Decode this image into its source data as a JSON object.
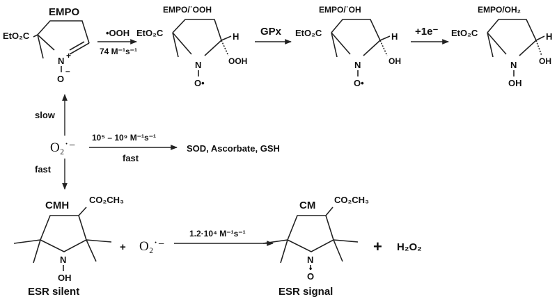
{
  "compounds": {
    "empo": {
      "name": "EMPO",
      "ester": "EtO₂C",
      "n_label": "N",
      "n_charge": "+",
      "o_label": "O",
      "o_charge": "–"
    },
    "empo_ooh": {
      "name": "EMPO/˙OOH",
      "ester": "EtO₂C",
      "h_label": "H",
      "sub_label": "OOH",
      "n_label": "N",
      "o_label": "O•"
    },
    "empo_oh": {
      "name": "EMPO/˙OH",
      "ester": "EtO₂C",
      "h_label": "H",
      "sub_label": "OH",
      "n_label": "N",
      "o_label": "O•"
    },
    "empo_oh2": {
      "name": "EMPO/OH₂",
      "ester": "EtO₂C",
      "h_label": "H",
      "sub_label": "OH",
      "n_label": "N",
      "o_label": "OH"
    },
    "cmh": {
      "name": "CMH",
      "ester": "CO₂CH₃",
      "n_label": "N",
      "o_label": "OH",
      "caption": "ESR silent"
    },
    "cm": {
      "name": "CM",
      "ester": "CO₂CH₃",
      "n_label": "N",
      "o_label": "O",
      "o_dot": "•",
      "caption": "ESR signal"
    }
  },
  "reactions": {
    "r1": {
      "above": "•OOH",
      "below": "74 M⁻¹s⁻¹"
    },
    "r2": {
      "above": "GPx"
    },
    "r3": {
      "above": "+1e⁻"
    },
    "slow": {
      "label": "slow"
    },
    "fast_down": {
      "label": "fast"
    },
    "scavenge": {
      "above": "10⁵ – 10⁹ M⁻¹s⁻¹",
      "below": "fast",
      "product": "SOD, Ascorbate, GSH"
    },
    "cmh_rxn": {
      "above": "1.2·10⁴ M⁻¹s⁻¹"
    }
  },
  "superoxide": {
    "main": "O₂˙⁻",
    "plus": "+",
    "plus2": "+",
    "product": "H₂O₂"
  }
}
